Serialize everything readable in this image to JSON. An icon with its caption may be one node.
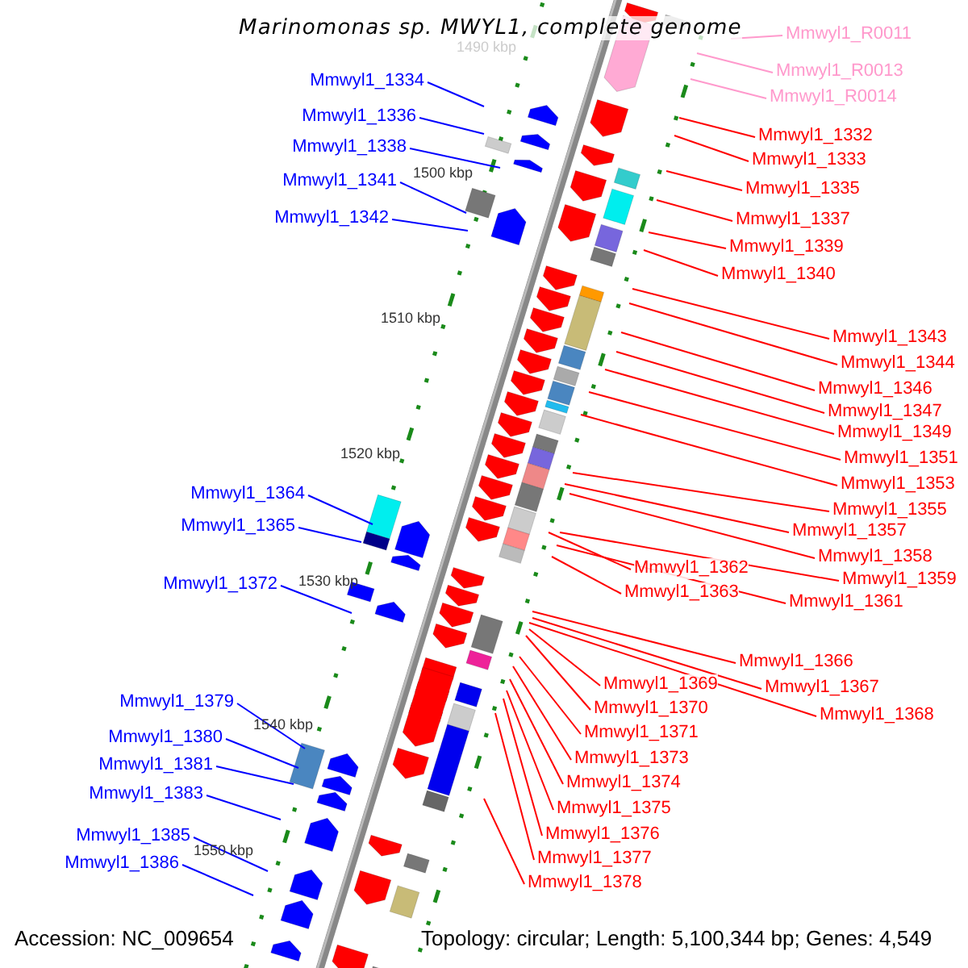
{
  "diagram": {
    "title": "Marinomonas sp. MWYL1, complete genome",
    "nodes": [
      {
        "text": [
          "Mmwyl1_1334"
        ]
      },
      {
        "text": [
          "Mmwyl1_1336"
        ]
      },
      {
        "text": [
          "Mmwyl1_1338"
        ]
      },
      {
        "text": [
          "Mmwyl1_1341"
        ]
      },
      {
        "text": [
          "Mmwyl1_1342"
        ]
      },
      {
        "text": [
          "Mmwyl1_1364"
        ]
      },
      {
        "text": [
          "Mmwyl1_1365"
        ]
      },
      {
        "text": [
          "Mmwyl1_1372"
        ]
      },
      {
        "text": [
          "Mmwyl1_1379"
        ]
      },
      {
        "text": [
          "Mmwyl1_1380"
        ]
      },
      {
        "text": [
          "Mmwyl1_1381"
        ]
      },
      {
        "text": [
          "Mmwyl1_1383"
        ]
      },
      {
        "text": [
          "Mmwyl1_1385"
        ]
      },
      {
        "text": [
          "Mmwyl1_1386"
        ]
      },
      {
        "text": [
          "Mmwyl1_R0011"
        ]
      },
      {
        "text": [
          "Mmwyl1_R0013"
        ]
      },
      {
        "text": [
          "Mmwyl1_R0014"
        ]
      },
      {
        "text": [
          "Mmwyl1_1332"
        ]
      },
      {
        "text": [
          "Mmwyl1_1333"
        ]
      },
      {
        "text": [
          "Mmwyl1_1335"
        ]
      },
      {
        "text": [
          "Mmwyl1_1337"
        ]
      },
      {
        "text": [
          "Mmwyl1_1339"
        ]
      },
      {
        "text": [
          "Mmwyl1_1340"
        ]
      },
      {
        "text": [
          "Mmwyl1_1343"
        ]
      },
      {
        "text": [
          "Mmwyl1_1344"
        ]
      },
      {
        "text": [
          "Mmwyl1_1346"
        ]
      },
      {
        "text": [
          "Mmwyl1_1347"
        ]
      },
      {
        "text": [
          "Mmwyl1_1349"
        ]
      },
      {
        "text": [
          "Mmwyl1_1351"
        ]
      },
      {
        "text": [
          "Mmwyl1_1353"
        ]
      },
      {
        "text": [
          "Mmwyl1_1355"
        ]
      },
      {
        "text": [
          "Mmwyl1_1357"
        ]
      },
      {
        "text": [
          "Mmwyl1_1358"
        ]
      },
      {
        "text": [
          "Mmwyl1_1359"
        ]
      },
      {
        "text": [
          "Mmwyl1_1361"
        ]
      },
      {
        "text": [
          "Mmwyl1_1362"
        ]
      },
      {
        "text": [
          "Mmwyl1_1363"
        ]
      },
      {
        "text": [
          "Mmwyl1_1366"
        ]
      },
      {
        "text": [
          "Mmwyl1_1367"
        ]
      },
      {
        "text": [
          "Mmwyl1_1368"
        ]
      },
      {
        "text": [
          "Mmwyl1_1369"
        ]
      },
      {
        "text": [
          "Mmwyl1_1370"
        ]
      },
      {
        "text": [
          "Mmwyl1_1371"
        ]
      },
      {
        "text": [
          "Mmwyl1_1373"
        ]
      },
      {
        "text": [
          "Mmwyl1_1374"
        ]
      },
      {
        "text": [
          "Mmwyl1_1375"
        ]
      },
      {
        "text": [
          "Mmwyl1_1376"
        ]
      },
      {
        "text": [
          "Mmwyl1_1377"
        ]
      },
      {
        "text": [
          "Mmwyl1_1378"
        ]
      }
    ],
    "edges": [
      {
        "from": 0,
        "to": null,
        "arrow": "none",
        "color": "#0000ff"
      },
      {
        "from": 1,
        "to": null,
        "arrow": "none",
        "color": "#0000ff"
      },
      {
        "from": 2,
        "to": null,
        "arrow": "none",
        "color": "#0000ff"
      },
      {
        "from": 3,
        "to": null,
        "arrow": "none",
        "color": "#0000ff"
      },
      {
        "from": 4,
        "to": null,
        "arrow": "none",
        "color": "#0000ff"
      },
      {
        "from": 5,
        "to": null,
        "arrow": "none",
        "color": "#0000ff"
      },
      {
        "from": 6,
        "to": null,
        "arrow": "none",
        "color": "#0000ff"
      },
      {
        "from": 7,
        "to": null,
        "arrow": "none",
        "color": "#0000ff"
      },
      {
        "from": 8,
        "to": null,
        "arrow": "none",
        "color": "#0000ff"
      },
      {
        "from": 9,
        "to": null,
        "arrow": "none",
        "color": "#0000ff"
      },
      {
        "from": 10,
        "to": null,
        "arrow": "none",
        "color": "#0000ff"
      },
      {
        "from": 11,
        "to": null,
        "arrow": "none",
        "color": "#0000ff"
      },
      {
        "from": 12,
        "to": null,
        "arrow": "none",
        "color": "#0000ff"
      },
      {
        "from": 13,
        "to": null,
        "arrow": "none",
        "color": "#0000ff"
      },
      {
        "from": 14,
        "to": null,
        "arrow": "none",
        "color": "#ff99cc"
      },
      {
        "from": 15,
        "to": null,
        "arrow": "none",
        "color": "#ff99cc"
      },
      {
        "from": 16,
        "to": null,
        "arrow": "none",
        "color": "#ff99cc"
      },
      {
        "from": 17,
        "to": null,
        "arrow": "none"
      },
      {
        "from": 18,
        "to": null,
        "arrow": "none"
      },
      {
        "from": 19,
        "to": null,
        "arrow": "none"
      },
      {
        "from": 20,
        "to": null,
        "arrow": "none"
      },
      {
        "from": 21,
        "to": null,
        "arrow": "none"
      },
      {
        "from": 22,
        "to": null,
        "arrow": "none"
      },
      {
        "from": 23,
        "to": null,
        "arrow": "none"
      },
      {
        "from": 24,
        "to": null,
        "arrow": "none"
      },
      {
        "from": 25,
        "to": null,
        "arrow": "none"
      },
      {
        "from": 26,
        "to": null,
        "arrow": "none"
      },
      {
        "from": 27,
        "to": null,
        "arrow": "none"
      },
      {
        "from": 28,
        "to": null,
        "arrow": "none"
      },
      {
        "from": 29,
        "to": null,
        "arrow": "none"
      },
      {
        "from": 30,
        "to": null,
        "arrow": "none"
      },
      {
        "from": 31,
        "to": null,
        "arrow": "none"
      },
      {
        "from": 32,
        "to": null,
        "arrow": "none"
      },
      {
        "from": 33,
        "to": null,
        "arrow": "none"
      },
      {
        "from": 34,
        "to": null,
        "arrow": "none"
      },
      {
        "from": 35,
        "to": null,
        "arrow": "none"
      },
      {
        "from": 36,
        "to": null,
        "arrow": "none"
      },
      {
        "from": 37,
        "to": null,
        "arrow": "none"
      },
      {
        "from": 38,
        "to": null,
        "arrow": "none"
      },
      {
        "from": 39,
        "to": null,
        "arrow": "none"
      },
      {
        "from": 40,
        "to": null,
        "arrow": "none"
      },
      {
        "from": 41,
        "to": null,
        "arrow": "none"
      },
      {
        "from": 42,
        "to": null,
        "arrow": "none"
      },
      {
        "from": 43,
        "to": null,
        "arrow": "none"
      },
      {
        "from": 44,
        "to": null,
        "arrow": "none"
      },
      {
        "from": 45,
        "to": null,
        "arrow": "none"
      },
      {
        "from": 46,
        "to": null,
        "arrow": "none"
      },
      {
        "from": 47,
        "to": null,
        "arrow": "none"
      },
      {
        "from": 48,
        "to": null,
        "arrow": "none"
      }
    ],
    "labels": [
      "1490 kbp",
      "1500 kbp",
      "1510 kbp",
      "1520 kbp",
      "1530 kbp",
      "1540 kbp",
      "1550 kbp",
      "Accession: NC_009654",
      "Topology: circular; Length: 5,100,344 bp; Genes: 4,549"
    ]
  }
}
